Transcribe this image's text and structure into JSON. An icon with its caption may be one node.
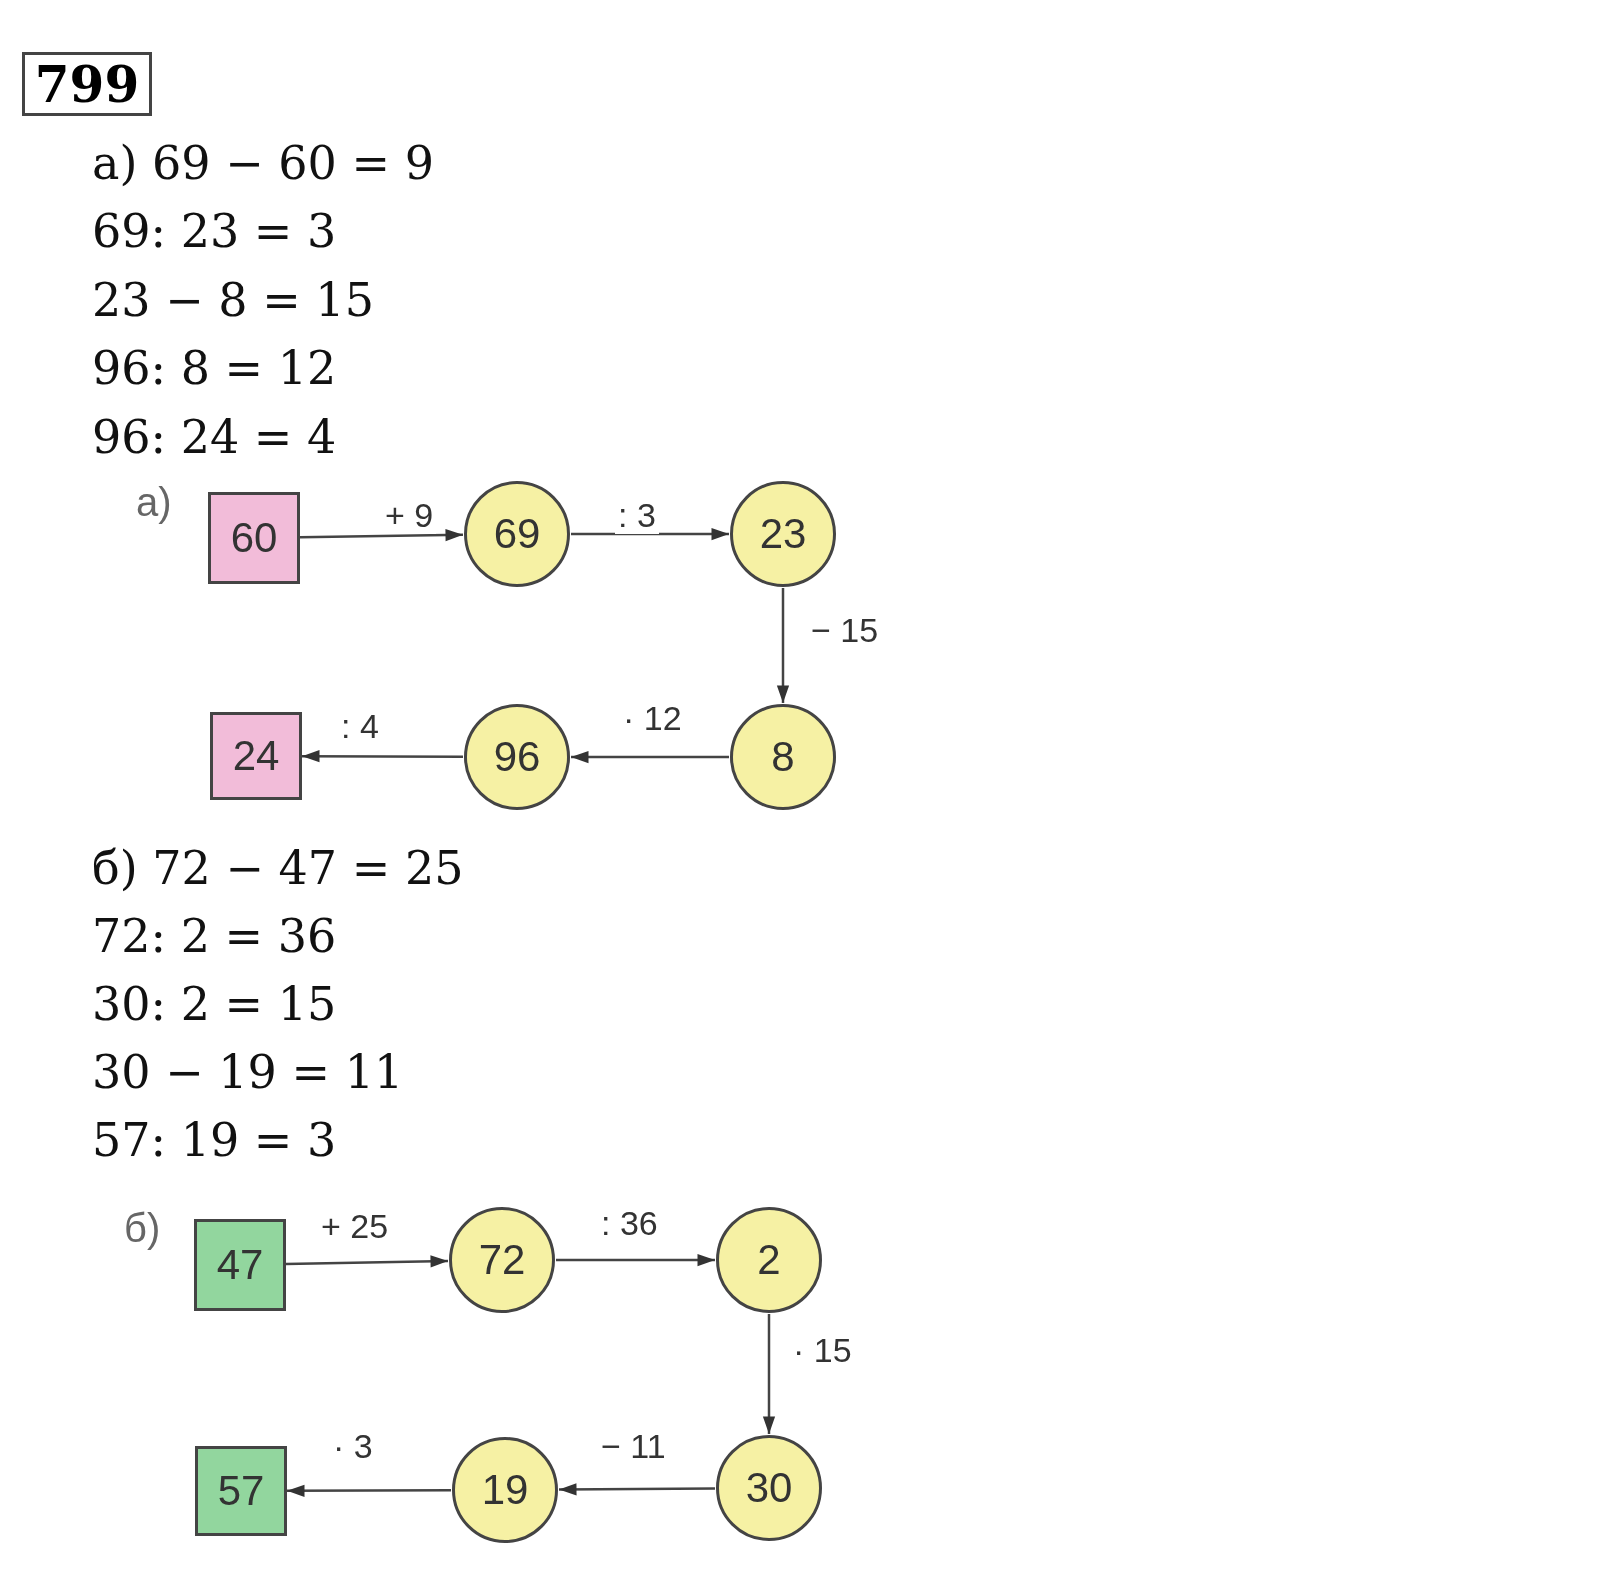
{
  "diagram": {
    "nodes": [
      {
        "text": [
          "799"
        ]
      },
      {
        "text": [
          "60"
        ]
      },
      {
        "text": [
          "69"
        ]
      },
      {
        "text": [
          "23"
        ]
      },
      {
        "text": [
          "8"
        ]
      },
      {
        "text": [
          "96"
        ]
      },
      {
        "text": [
          "24"
        ]
      },
      {
        "text": [
          "47"
        ]
      },
      {
        "text": [
          "72"
        ]
      },
      {
        "text": [
          "2"
        ]
      },
      {
        "text": [
          "30"
        ]
      },
      {
        "text": [
          "19"
        ]
      },
      {
        "text": [
          "57"
        ]
      }
    ],
    "edges": [
      {
        "from": 1,
        "to": 2,
        "arrow": "to",
        "label": "+ 9"
      },
      {
        "from": 2,
        "to": 3,
        "arrow": "to",
        "label": ": 3"
      },
      {
        "from": 3,
        "to": 4,
        "arrow": "to",
        "label": "− 15"
      },
      {
        "from": 4,
        "to": 5,
        "arrow": "to",
        "label": "· 12"
      },
      {
        "from": 5,
        "to": 6,
        "arrow": "to",
        "label": ": 4"
      },
      {
        "from": 7,
        "to": 8,
        "arrow": "to",
        "label": "+ 25"
      },
      {
        "from": 8,
        "to": 9,
        "arrow": "to",
        "label": ": 36"
      },
      {
        "from": 9,
        "to": 10,
        "arrow": "to",
        "label": "· 15"
      },
      {
        "from": 10,
        "to": 11,
        "arrow": "to",
        "label": "− 11"
      },
      {
        "from": 11,
        "to": 12,
        "arrow": "to",
        "label": "· 3"
      }
    ],
    "labels": [
      "а) 69 − 60 = 9",
      "69: 23 = 3",
      "23 − 8 = 15",
      "96: 8 = 12",
      "96: 24 = 4",
      "а)",
      "б) 72 − 47 = 25",
      "72: 2 = 36",
      "30: 2 = 15",
      "30 − 19 = 11",
      "57: 19 = 3",
      "б)"
    ]
  }
}
